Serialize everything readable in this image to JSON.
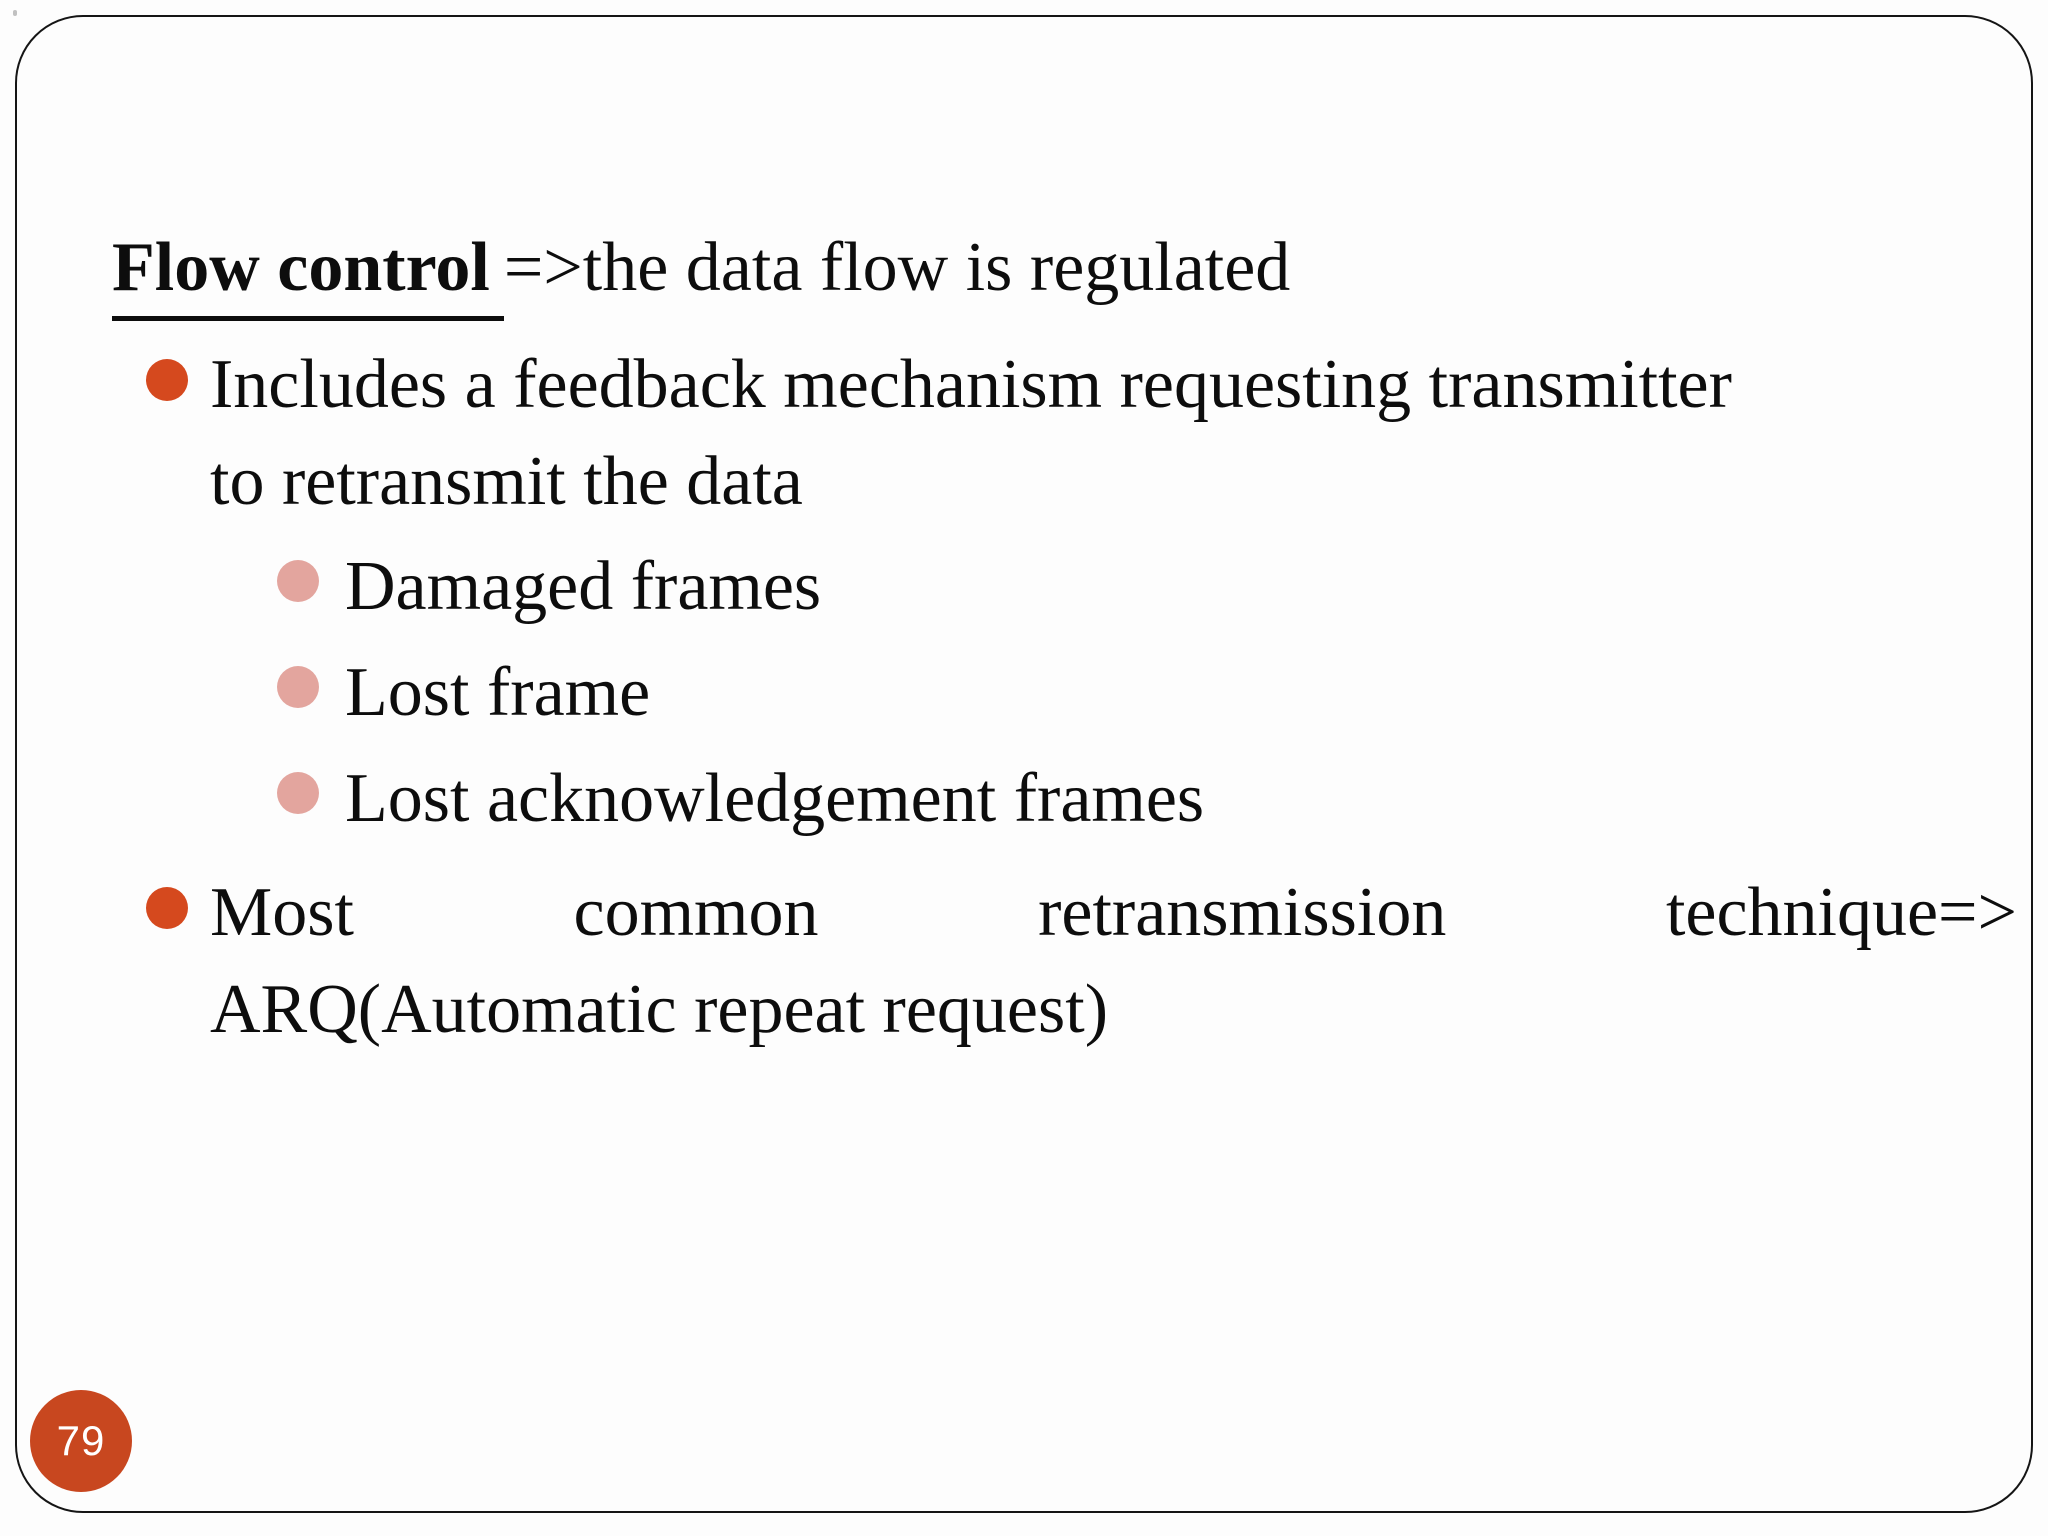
{
  "slide": {
    "page_number": "79",
    "title": {
      "emphasis": "Flow control ",
      "rest": "=>the data flow is regulated"
    },
    "bullets": [
      {
        "level": 1,
        "lines": [
          "Includes a feedback mechanism requesting transmitter",
          "to retransmit the data"
        ]
      },
      {
        "level": 2,
        "lines": [
          "Damaged frames"
        ]
      },
      {
        "level": 2,
        "lines": [
          "Lost frame"
        ]
      },
      {
        "level": 2,
        "lines": [
          "Lost acknowledgement frames"
        ]
      },
      {
        "level": 1,
        "justified_first_line": true,
        "lines": [
          "Most common retransmission technique=>",
          "ARQ(Automatic repeat request)"
        ]
      }
    ],
    "colors": {
      "bullet_level1": "#D5491E",
      "bullet_level2": "#E3A59E",
      "page_badge": "#C8471F",
      "text": "#0D0D0D",
      "border": "#151515",
      "background": "#FDFDFD"
    }
  }
}
